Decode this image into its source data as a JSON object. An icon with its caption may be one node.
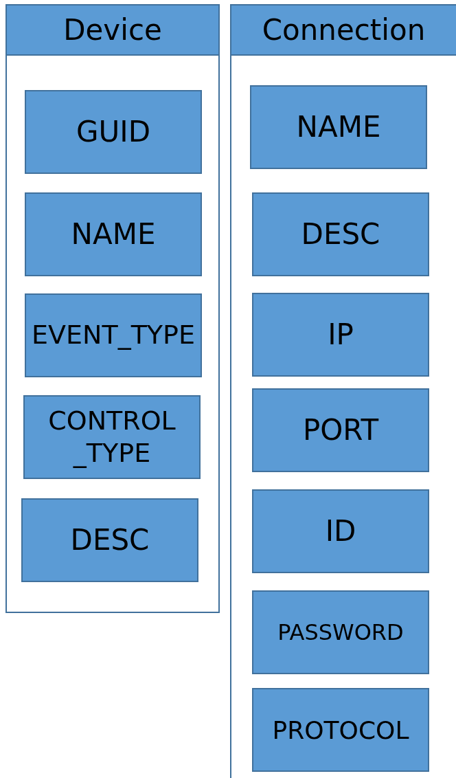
{
  "diagram": {
    "nodes": [
      {
        "text": [
          "Device"
        ]
      },
      {
        "text": [
          "GUID"
        ],
        "in": 0
      },
      {
        "text": [
          "NAME"
        ],
        "in": 0
      },
      {
        "text": [
          "EVENT_TYPE"
        ],
        "in": 0
      },
      {
        "text": [
          "CONTROL_TYPE"
        ],
        "in": 0
      },
      {
        "text": [
          "DESC"
        ],
        "in": 0
      },
      {
        "text": [
          "Connection"
        ]
      },
      {
        "text": [
          "NAME"
        ],
        "in": 6
      },
      {
        "text": [
          "DESC"
        ],
        "in": 6
      },
      {
        "text": [
          "IP"
        ],
        "in": 6
      },
      {
        "text": [
          "PORT"
        ],
        "in": 6
      },
      {
        "text": [
          "ID"
        ],
        "in": 6
      },
      {
        "text": [
          "PASSWORD"
        ],
        "in": 6
      },
      {
        "text": [
          "PROTOCOL"
        ],
        "in": 6
      }
    ]
  }
}
